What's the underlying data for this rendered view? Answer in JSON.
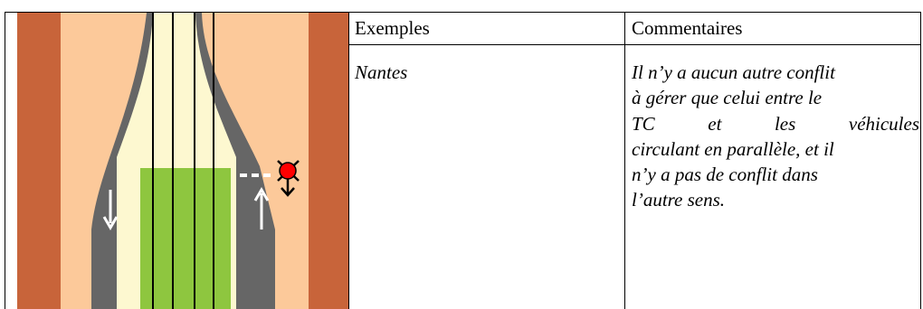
{
  "table": {
    "headers": {
      "examples": "Exemples",
      "comments": "Commentaires"
    },
    "row": {
      "example": "Nantes",
      "comment_lines": [
        "Il n’y a aucun autre conflit",
        "à gérer que celui entre le",
        "TC et les véhicules",
        "circulant en parallèle, et il",
        "n’y a pas de conflit dans",
        "l’autre sens."
      ]
    }
  },
  "colors": {
    "sidewalk": "#c8643a",
    "verge": "#fcc99a",
    "road": "#666666",
    "tram_platform": "#fdf8d0",
    "tram_lane": "#8ec63f",
    "signal": "#ff0000"
  },
  "icons": [
    "arrow-down-icon",
    "arrow-up-icon",
    "traffic-signal-icon"
  ]
}
